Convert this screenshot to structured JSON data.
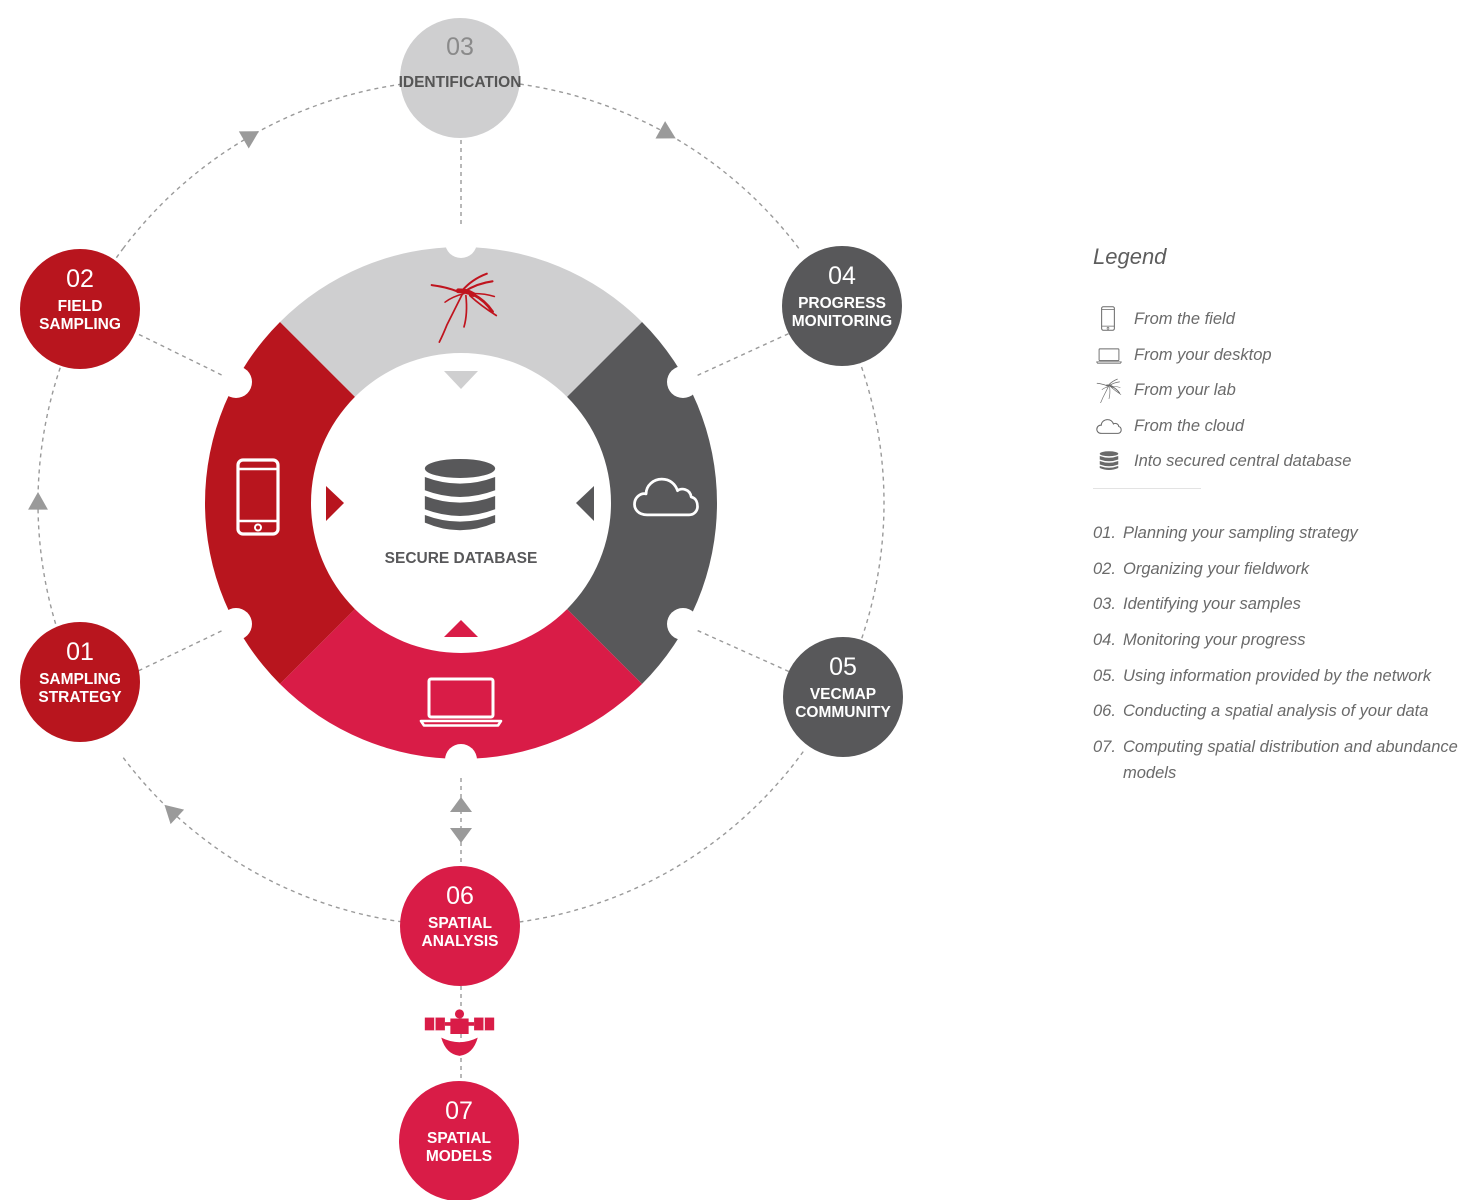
{
  "colors": {
    "red": "#b8151e",
    "pink": "#d91c47",
    "gray_light": "#cfcfd0",
    "gray_dark": "#58585a",
    "line": "#9a9a9a",
    "text_gray": "#6a6a6a"
  },
  "center": {
    "label": "SECURE DATABASE",
    "icon": "database-icon"
  },
  "ring_segments": [
    {
      "id": "top",
      "icon": "mosquito-icon",
      "color": "gray_light"
    },
    {
      "id": "right",
      "icon": "cloud-icon",
      "color": "gray_dark"
    },
    {
      "id": "bottom",
      "icon": "laptop-icon",
      "color": "pink"
    },
    {
      "id": "left",
      "icon": "phone-icon",
      "color": "red"
    }
  ],
  "nodes": [
    {
      "num": "01",
      "line1": "SAMPLING",
      "line2": "STRATEGY",
      "color": "red"
    },
    {
      "num": "02",
      "line1": "FIELD",
      "line2": "SAMPLING",
      "color": "red"
    },
    {
      "num": "03",
      "line1": "IDENTIFICATION",
      "line2": "",
      "color": "gray_light"
    },
    {
      "num": "04",
      "line1": "PROGRESS",
      "line2": "MONITORING",
      "color": "gray_dark"
    },
    {
      "num": "05",
      "line1": "VECMAP",
      "line2": "COMMUNITY",
      "color": "gray_dark"
    },
    {
      "num": "06",
      "line1": "SPATIAL",
      "line2": "ANALYSIS",
      "color": "pink"
    },
    {
      "num": "07",
      "line1": "SPATIAL",
      "line2": "MODELS",
      "color": "pink"
    }
  ],
  "extra_icons": [
    "satellite-icon"
  ],
  "legend": {
    "title": "Legend",
    "sources": [
      {
        "icon": "phone-icon",
        "text": "From the field"
      },
      {
        "icon": "laptop-icon",
        "text": "From your desktop"
      },
      {
        "icon": "mosquito-icon",
        "text": "From your lab"
      },
      {
        "icon": "cloud-icon",
        "text": "From the cloud"
      },
      {
        "icon": "database-icon",
        "text": "Into secured central database"
      }
    ],
    "steps": [
      {
        "num": "01.",
        "text": "Planning your sampling strategy"
      },
      {
        "num": "02.",
        "text": "Organizing your fieldwork"
      },
      {
        "num": "03.",
        "text": "Identifying your samples"
      },
      {
        "num": "04.",
        "text": "Monitoring your progress"
      },
      {
        "num": "05.",
        "text": "Using information provided by the network"
      },
      {
        "num": "06.",
        "text": "Conducting a spatial analysis of your data"
      },
      {
        "num": "07.",
        "text": "Computing spatial distribution and abundance models"
      }
    ]
  }
}
